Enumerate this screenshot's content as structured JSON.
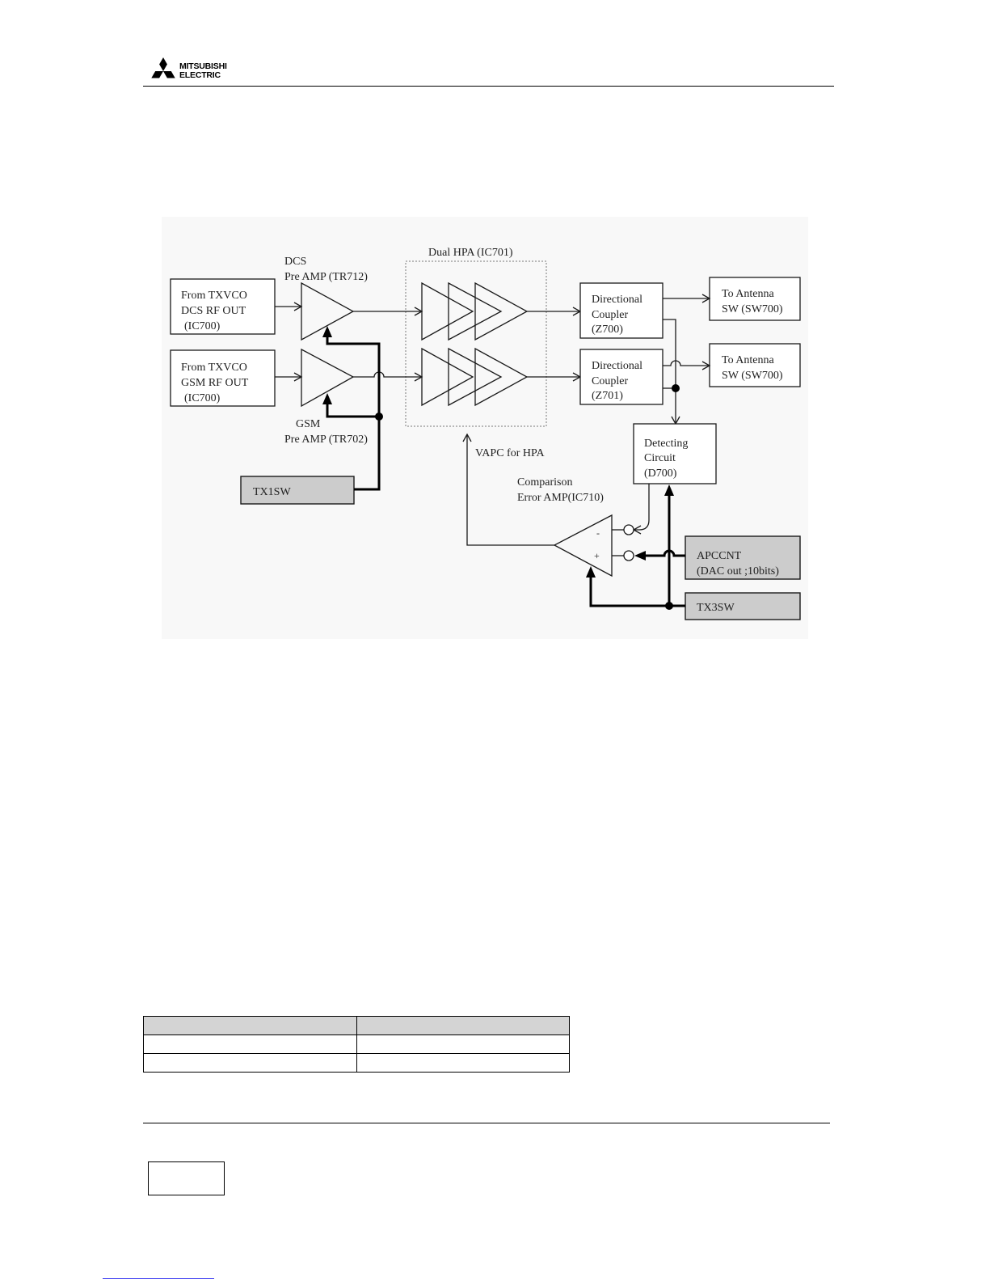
{
  "header": {
    "brand": [
      "MITSUBISHI",
      "ELECTRIC"
    ]
  },
  "diagram": {
    "hpa_label": "Dual HPA (IC701)",
    "dcs_preamp": [
      "DCS",
      "Pre AMP (TR712)"
    ],
    "gsm_preamp": [
      "GSM",
      "Pre AMP (TR702)"
    ],
    "dcs_source": [
      "From TXVCO",
      "DCS RF OUT",
      "(IC700)"
    ],
    "gsm_source": [
      "From TXVCO",
      "GSM RF OUT",
      "(IC700)"
    ],
    "coupler_dcs": [
      "Directional",
      "Coupler",
      "(Z700)"
    ],
    "coupler_gsm": [
      "Directional",
      "Coupler",
      "(Z701)"
    ],
    "antenna_dcs": [
      "To Antenna",
      "SW (SW700)"
    ],
    "antenna_gsm": [
      "To Antenna",
      "SW (SW700)"
    ],
    "detector": [
      "Detecting",
      "Circuit",
      "(D700)"
    ],
    "error_amp": [
      "Comparison",
      "Error AMP(IC710)"
    ],
    "error_amp_minus": "-",
    "error_amp_plus": "+",
    "vapc_label": "VAPC for HPA",
    "tx1sw": "TX1SW",
    "apccnt": [
      "APCCNT",
      "(DAC out ;10bits)"
    ],
    "tx3sw": "TX3SW"
  },
  "colors": {
    "ink": "#111111",
    "shaded_box": "#cccccc",
    "table_header": "#d4d4d4",
    "link_underline": "#3b3bf0",
    "diagram_background": "#f8f8f8"
  }
}
